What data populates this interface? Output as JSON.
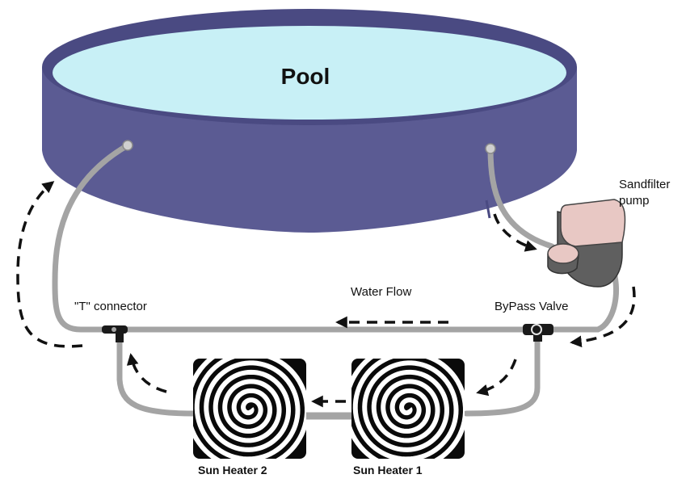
{
  "labels": {
    "pool": "Pool",
    "sandfilter_line1": "Sandfilter",
    "sandfilter_line2": "pump",
    "water_flow": "Water Flow",
    "t_connector": "\"T\" connector",
    "bypass_valve": "ByPass Valve",
    "sun_heater_2": "Sun Heater 2",
    "sun_heater_1": "Sun Heater 1"
  },
  "colors": {
    "pool_wall": "#5b5b93",
    "pool_rim": "#4a4a82",
    "water": "#c8f0f6",
    "pipe": "#a4a4a4",
    "pump_body": "#5f5f5f",
    "pump_top": "#e8c8c4",
    "heater_panel": "#0a0a0a",
    "flow_arrow": "#111111"
  },
  "icons": {
    "heater_pattern": "spiral-icon",
    "flow_direction": "dashed-arrow-icon"
  }
}
